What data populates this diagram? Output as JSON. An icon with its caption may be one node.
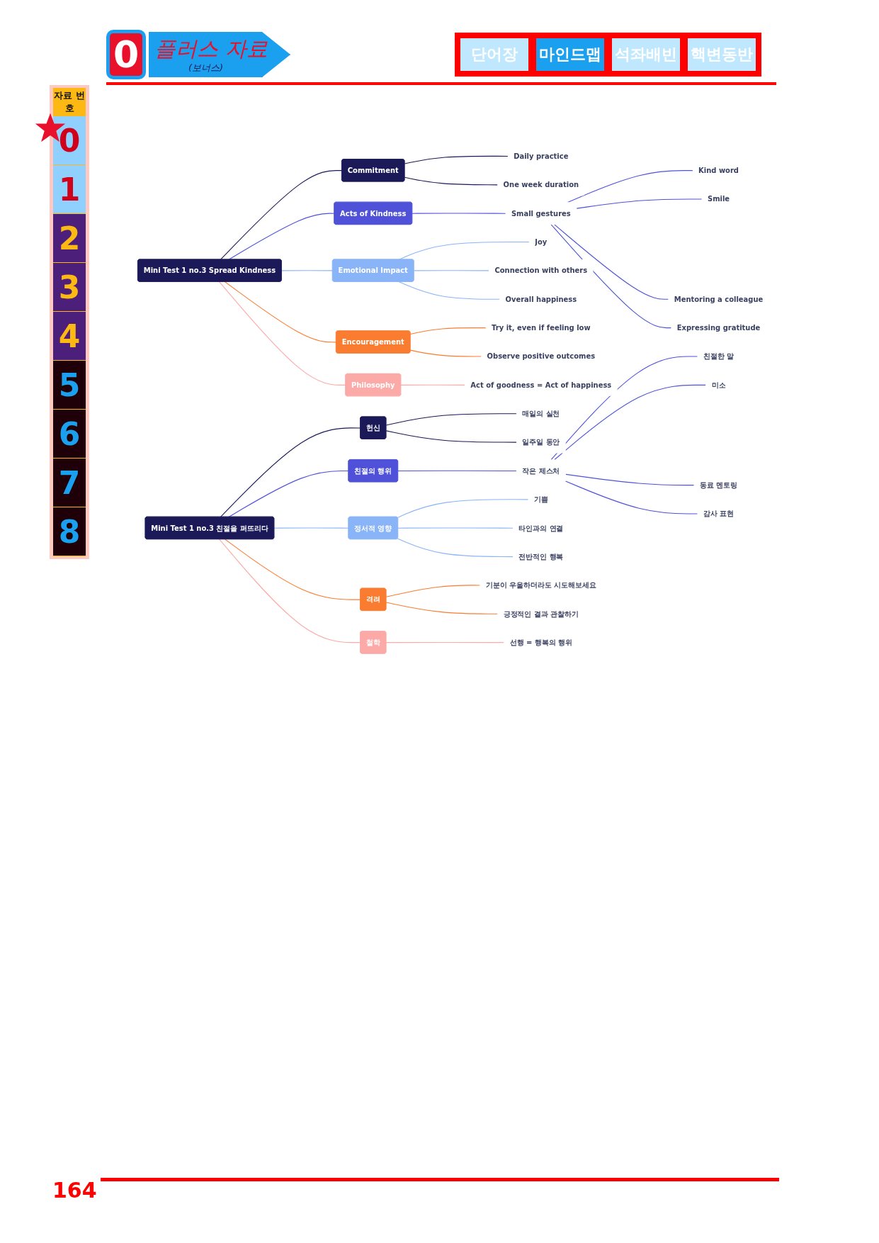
{
  "diagram": {
    "nodes": [
      {
        "text": [
          "Mini Test 1 no.3 Spread Kindness"
        ]
      },
      {
        "text": [
          "Commitment"
        ]
      },
      {
        "text": [
          "Daily practice"
        ]
      },
      {
        "text": [
          "One week duration"
        ]
      },
      {
        "text": [
          "Acts of Kindness"
        ]
      },
      {
        "text": [
          "Small gestures"
        ]
      },
      {
        "text": [
          "Kind word"
        ]
      },
      {
        "text": [
          "Smile"
        ]
      },
      {
        "text": [
          "Mentoring a colleague"
        ]
      },
      {
        "text": [
          "Expressing gratitude"
        ]
      },
      {
        "text": [
          "Emotional Impact"
        ]
      },
      {
        "text": [
          "Joy"
        ]
      },
      {
        "text": [
          "Connection with others"
        ]
      },
      {
        "text": [
          "Overall happiness"
        ]
      },
      {
        "text": [
          "Encouragement"
        ]
      },
      {
        "text": [
          "Try it, even if feeling low"
        ]
      },
      {
        "text": [
          "Observe positive outcomes"
        ]
      },
      {
        "text": [
          "Philosophy"
        ]
      },
      {
        "text": [
          "Act of goodness = Act of happiness"
        ]
      },
      {
        "text": [
          "Mini Test 1 no.3 친절을 퍼뜨리다"
        ]
      },
      {
        "text": [
          "헌신"
        ]
      },
      {
        "text": [
          "매일의 실천"
        ]
      },
      {
        "text": [
          "일주일 동안"
        ]
      },
      {
        "text": [
          "친절의 행위"
        ]
      },
      {
        "text": [
          "작은 제스처"
        ]
      },
      {
        "text": [
          "친절한 말"
        ]
      },
      {
        "text": [
          "미소"
        ]
      },
      {
        "text": [
          "동료 멘토링"
        ]
      },
      {
        "text": [
          "감사 표현"
        ]
      },
      {
        "text": [
          "정서적 영향"
        ]
      },
      {
        "text": [
          "기쁨"
        ]
      },
      {
        "text": [
          "타인과의 연결"
        ]
      },
      {
        "text": [
          "전반적인 행복"
        ]
      },
      {
        "text": [
          "격려"
        ]
      },
      {
        "text": [
          "기분이 우울하더라도 시도해보세요"
        ]
      },
      {
        "text": [
          "긍정적인 결과 관찰하기"
        ]
      },
      {
        "text": [
          "철학"
        ]
      },
      {
        "text": [
          "선행 = 행복의 행위"
        ]
      }
    ],
    "edges": [
      {
        "from": 0,
        "to": 1,
        "arrow": "none",
        "color": "#1b1958"
      },
      {
        "from": 1,
        "to": 2,
        "arrow": "none",
        "color": "#1b1958"
      },
      {
        "from": 1,
        "to": 3,
        "arrow": "none",
        "color": "#1b1958"
      },
      {
        "from": 0,
        "to": 4,
        "arrow": "none",
        "color": "#4f52d8"
      },
      {
        "from": 4,
        "to": 5,
        "arrow": "none",
        "color": "#4f52d8"
      },
      {
        "from": 5,
        "to": 6,
        "arrow": "none",
        "color": "#4f52d8"
      },
      {
        "from": 5,
        "to": 7,
        "arrow": "none",
        "color": "#4f52d8"
      },
      {
        "from": 5,
        "to": 8,
        "arrow": "none",
        "color": "#4f52d8"
      },
      {
        "from": 5,
        "to": 9,
        "arrow": "none",
        "color": "#4f52d8"
      },
      {
        "from": 0,
        "to": 10,
        "arrow": "none",
        "color": "#8ab4f8"
      },
      {
        "from": 10,
        "to": 11,
        "arrow": "none",
        "color": "#8ab4f8"
      },
      {
        "from": 10,
        "to": 12,
        "arrow": "none",
        "color": "#8ab4f8"
      },
      {
        "from": 10,
        "to": 13,
        "arrow": "none",
        "color": "#8ab4f8"
      },
      {
        "from": 0,
        "to": 14,
        "arrow": "none",
        "color": "#f97c30"
      },
      {
        "from": 14,
        "to": 15,
        "arrow": "none",
        "color": "#f97c30"
      },
      {
        "from": 14,
        "to": 16,
        "arrow": "none",
        "color": "#f97c30"
      },
      {
        "from": 0,
        "to": 17,
        "arrow": "none",
        "color": "#fcaaa8"
      },
      {
        "from": 17,
        "to": 18,
        "arrow": "none",
        "color": "#fcaaa8"
      },
      {
        "from": 19,
        "to": 20,
        "arrow": "none",
        "color": "#1b1958"
      },
      {
        "from": 20,
        "to": 21,
        "arrow": "none",
        "color": "#1b1958"
      },
      {
        "from": 20,
        "to": 22,
        "arrow": "none",
        "color": "#1b1958"
      },
      {
        "from": 19,
        "to": 23,
        "arrow": "none",
        "color": "#4f52d8"
      },
      {
        "from": 23,
        "to": 24,
        "arrow": "none",
        "color": "#4f52d8"
      },
      {
        "from": 24,
        "to": 25,
        "arrow": "none",
        "color": "#4f52d8"
      },
      {
        "from": 24,
        "to": 26,
        "arrow": "none",
        "color": "#4f52d8"
      },
      {
        "from": 24,
        "to": 27,
        "arrow": "none",
        "color": "#4f52d8"
      },
      {
        "from": 24,
        "to": 28,
        "arrow": "none",
        "color": "#4f52d8"
      },
      {
        "from": 19,
        "to": 29,
        "arrow": "none",
        "color": "#8ab4f8"
      },
      {
        "from": 29,
        "to": 30,
        "arrow": "none",
        "color": "#8ab4f8"
      },
      {
        "from": 29,
        "to": 31,
        "arrow": "none",
        "color": "#8ab4f8"
      },
      {
        "from": 29,
        "to": 32,
        "arrow": "none",
        "color": "#8ab4f8"
      },
      {
        "from": 19,
        "to": 33,
        "arrow": "none",
        "color": "#f97c30"
      },
      {
        "from": 33,
        "to": 34,
        "arrow": "none",
        "color": "#f97c30"
      },
      {
        "from": 33,
        "to": 35,
        "arrow": "none",
        "color": "#f97c30"
      },
      {
        "from": 19,
        "to": 36,
        "arrow": "none",
        "color": "#fcaaa8"
      },
      {
        "from": 36,
        "to": 37,
        "arrow": "none",
        "color": "#fcaaa8"
      }
    ],
    "labels": [
      "0",
      "플러스 자료",
      "(보너스)",
      "단어장",
      "마인드맵",
      "석좌배빈",
      "핵변동반",
      "자료 번호",
      "0",
      "1",
      "2",
      "3",
      "4",
      "5",
      "6",
      "7",
      "8",
      "164"
    ]
  }
}
